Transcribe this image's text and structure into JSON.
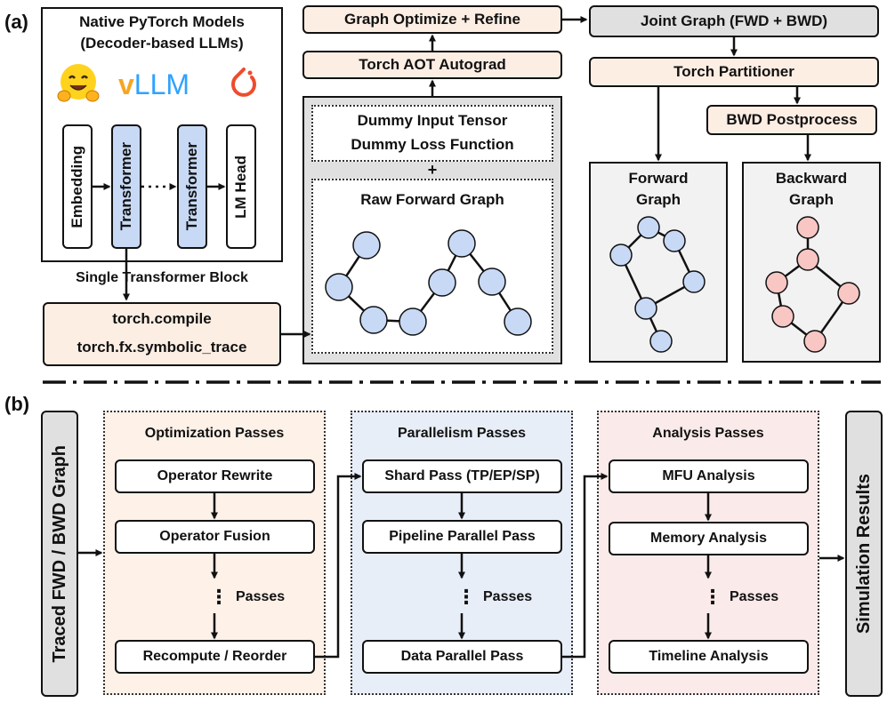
{
  "panel_a": {
    "label": "(a)",
    "native_title_1": "Native PyTorch Models",
    "native_title_2": "(Decoder-based LLMs)",
    "vllm_v": "v",
    "vllm_text": "LLM",
    "blocks": [
      "Embedding",
      "Transformer",
      "Transformer",
      "LM Head"
    ],
    "single_block_label": "Single Transformer Block",
    "compile_line1": "torch.compile",
    "compile_line2": "torch.fx.symbolic_trace",
    "dummy_line1": "Dummy Input Tensor",
    "dummy_line2": "Dummy Loss Function",
    "plus": "+",
    "raw_forward": "Raw Forward Graph",
    "aot": "Torch AOT Autograd",
    "optimize": "Graph Optimize + Refine",
    "joint": "Joint Graph (FWD + BWD)",
    "partitioner": "Torch Partitioner",
    "bwd_post": "BWD Postprocess",
    "forward_graph_1": "Forward",
    "forward_graph_2": "Graph",
    "backward_graph_1": "Backward",
    "backward_graph_2": "Graph"
  },
  "panel_b": {
    "label": "(b)",
    "traced": "Traced FWD / BWD Graph",
    "results": "Simulation Results",
    "optimization": {
      "title": "Optimization Passes",
      "items": [
        "Operator Rewrite",
        "Operator Fusion",
        "Recompute / Reorder"
      ],
      "dots_label": "Passes"
    },
    "parallelism": {
      "title": "Parallelism Passes",
      "items": [
        "Shard Pass (TP/EP/SP)",
        "Pipeline Parallel Pass",
        "Data Parallel Pass"
      ],
      "dots_label": "Passes"
    },
    "analysis": {
      "title": "Analysis Passes",
      "items": [
        "MFU Analysis",
        "Memory Analysis",
        "Timeline Analysis"
      ],
      "dots_label": "Passes"
    }
  },
  "colors": {
    "peach": "#fdeee4",
    "gray": "#e0e0e0",
    "node_blue": "#c7d9f5",
    "node_pink": "#f8c6c3",
    "opt_bg": "#fdf1e8",
    "par_bg": "#e8eef8",
    "ana_bg": "#fbeaea"
  }
}
